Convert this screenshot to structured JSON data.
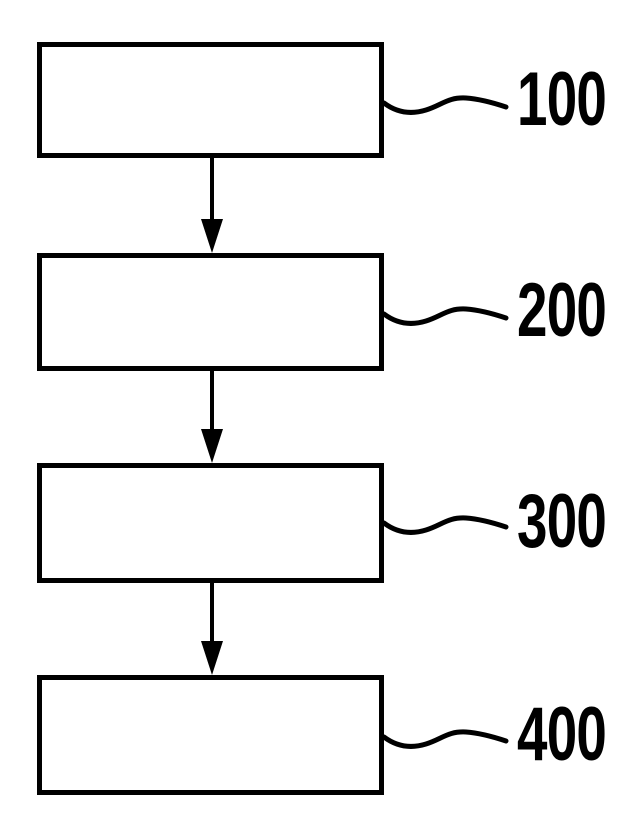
{
  "figure": {
    "kind": "flowchart",
    "background_color": "#ffffff",
    "line_color": "#000000",
    "steps": [
      {
        "ref_label": "100"
      },
      {
        "ref_label": "200"
      },
      {
        "ref_label": "300"
      },
      {
        "ref_label": "400"
      }
    ]
  }
}
